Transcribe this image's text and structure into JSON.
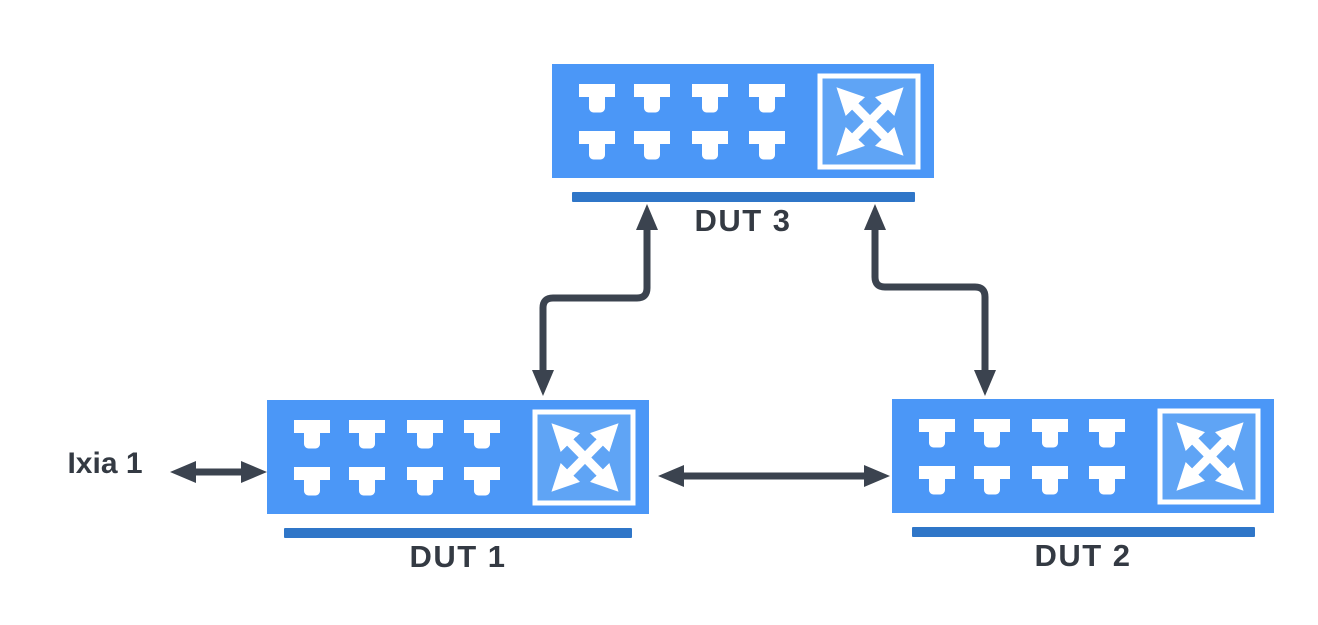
{
  "nodes": {
    "ixia1": {
      "label": "Ixia 1",
      "type": "traffic-generator"
    },
    "dut1": {
      "label": "DUT 1",
      "type": "switch"
    },
    "dut2": {
      "label": "DUT 2",
      "type": "switch"
    },
    "dut3": {
      "label": "DUT 3",
      "type": "switch"
    }
  },
  "links": [
    {
      "from": "Ixia 1",
      "to": "DUT 1",
      "style": "straight-double-arrow"
    },
    {
      "from": "DUT 1",
      "to": "DUT 2",
      "style": "straight-double-arrow"
    },
    {
      "from": "DUT 1",
      "to": "DUT 3",
      "style": "elbow-double-arrow"
    },
    {
      "from": "DUT 2",
      "to": "DUT 3",
      "style": "elbow-double-arrow"
    }
  ],
  "colors": {
    "background": "#ffffff",
    "switch_body": "#4b97f7",
    "switch_inner_panel": "#5fa4f5",
    "switch_base_bar": "#2f76c8",
    "port_glyph": "#ffffff",
    "connector": "#3b434f",
    "label_text": "#343a43"
  },
  "icons": {
    "switch": "crossed-arrows-switch-icon",
    "port": "ethernet-port-glyph"
  }
}
